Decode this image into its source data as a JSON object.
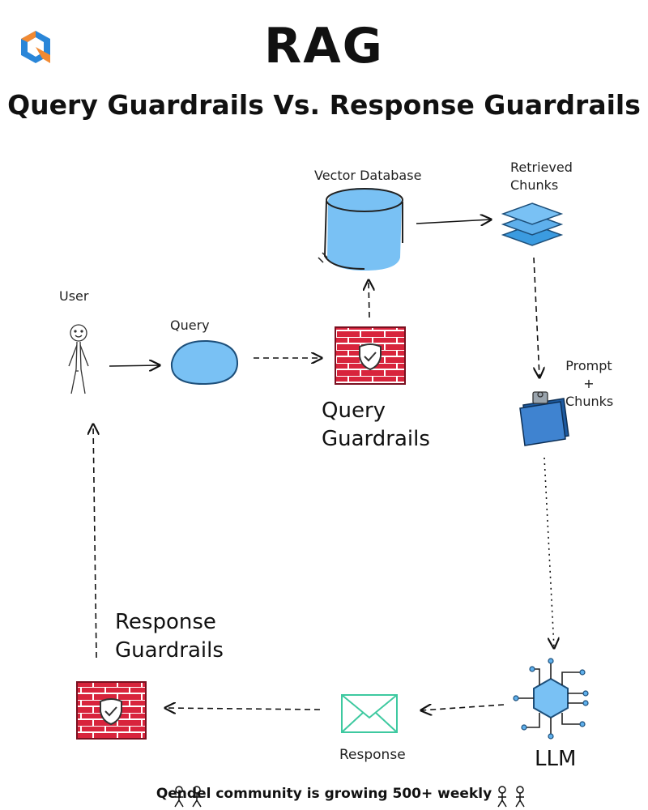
{
  "header": {
    "title": "RAG",
    "subtitle": "Query Guardrails Vs. Response Guardrails"
  },
  "nodes": {
    "vector_database": "Vector Database",
    "retrieved_chunks_line1": "Retrieved",
    "retrieved_chunks_line2": "Chunks",
    "user": "User",
    "query": "Query",
    "query_guardrails_line1": "Query",
    "query_guardrails_line2": "Guardrails",
    "prompt_line1": "Prompt",
    "prompt_line2": "+",
    "prompt_line3": "Chunks",
    "response_guardrails_line1": "Response",
    "response_guardrails_line2": "Guardrails",
    "response": "Response",
    "llm": "LLM"
  },
  "footer": {
    "text": "Qendel community is growing 500+ weekly"
  },
  "colors": {
    "blue": "#79c1f4",
    "firewall_red": "#d8243c",
    "envelope_green": "#3ec9a0",
    "logo_blue": "#2a86d8",
    "logo_orange": "#f28a32"
  },
  "icons": [
    "logo-icon",
    "database-icon",
    "layers-icon",
    "stick-figure-icon",
    "query-blob-icon",
    "firewall-shield-icon",
    "prompt-note-icon",
    "neural-net-icon",
    "envelope-icon",
    "people-icon"
  ]
}
